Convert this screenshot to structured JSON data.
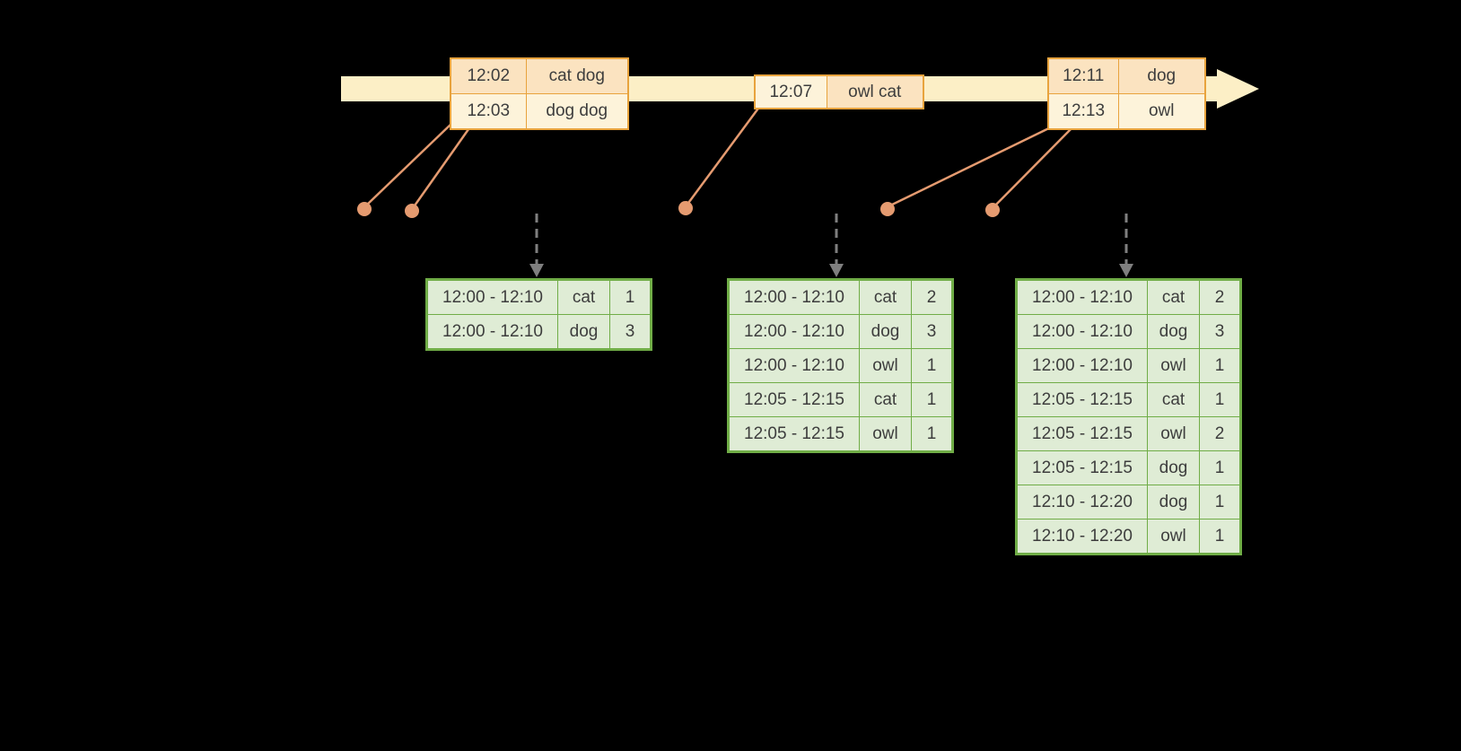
{
  "colors": {
    "background": "#000000",
    "timeline_fill": "#fcefc6",
    "event_border": "#e8a33d",
    "event_cell_peach": "#fbe3c0",
    "event_cell_cream": "#fdf3da",
    "connector": "#e59b70",
    "trigger_arrow": "#7f7f7f",
    "result_border": "#70ad47",
    "result_cell_fill": "#dfecd5",
    "table_text": "#3d3d3d"
  },
  "event_tables": {
    "t1": {
      "rows": [
        {
          "time": "12:02",
          "words": "cat dog"
        },
        {
          "time": "12:03",
          "words": "dog dog"
        }
      ]
    },
    "t2": {
      "rows": [
        {
          "time": "12:07",
          "words": "owl cat"
        }
      ]
    },
    "t3": {
      "rows": [
        {
          "time": "12:11",
          "words": "dog"
        },
        {
          "time": "12:13",
          "words": "owl"
        }
      ]
    }
  },
  "result_tables": {
    "t1": {
      "rows": [
        {
          "window": "12:00 - 12:10",
          "word": "cat",
          "count": "1"
        },
        {
          "window": "12:00 - 12:10",
          "word": "dog",
          "count": "3"
        }
      ]
    },
    "t2": {
      "rows": [
        {
          "window": "12:00 - 12:10",
          "word": "cat",
          "count": "2"
        },
        {
          "window": "12:00 - 12:10",
          "word": "dog",
          "count": "3"
        },
        {
          "window": "12:00 - 12:10",
          "word": "owl",
          "count": "1"
        },
        {
          "window": "12:05 - 12:15",
          "word": "cat",
          "count": "1"
        },
        {
          "window": "12:05 - 12:15",
          "word": "owl",
          "count": "1"
        }
      ]
    },
    "t3": {
      "rows": [
        {
          "window": "12:00 - 12:10",
          "word": "cat",
          "count": "2"
        },
        {
          "window": "12:00 - 12:10",
          "word": "dog",
          "count": "3"
        },
        {
          "window": "12:00 - 12:10",
          "word": "owl",
          "count": "1"
        },
        {
          "window": "12:05 - 12:15",
          "word": "cat",
          "count": "1"
        },
        {
          "window": "12:05 - 12:15",
          "word": "owl",
          "count": "2"
        },
        {
          "window": "12:05 - 12:15",
          "word": "dog",
          "count": "1"
        },
        {
          "window": "12:10 - 12:20",
          "word": "dog",
          "count": "1"
        },
        {
          "window": "12:10 - 12:20",
          "word": "owl",
          "count": "1"
        }
      ]
    }
  }
}
